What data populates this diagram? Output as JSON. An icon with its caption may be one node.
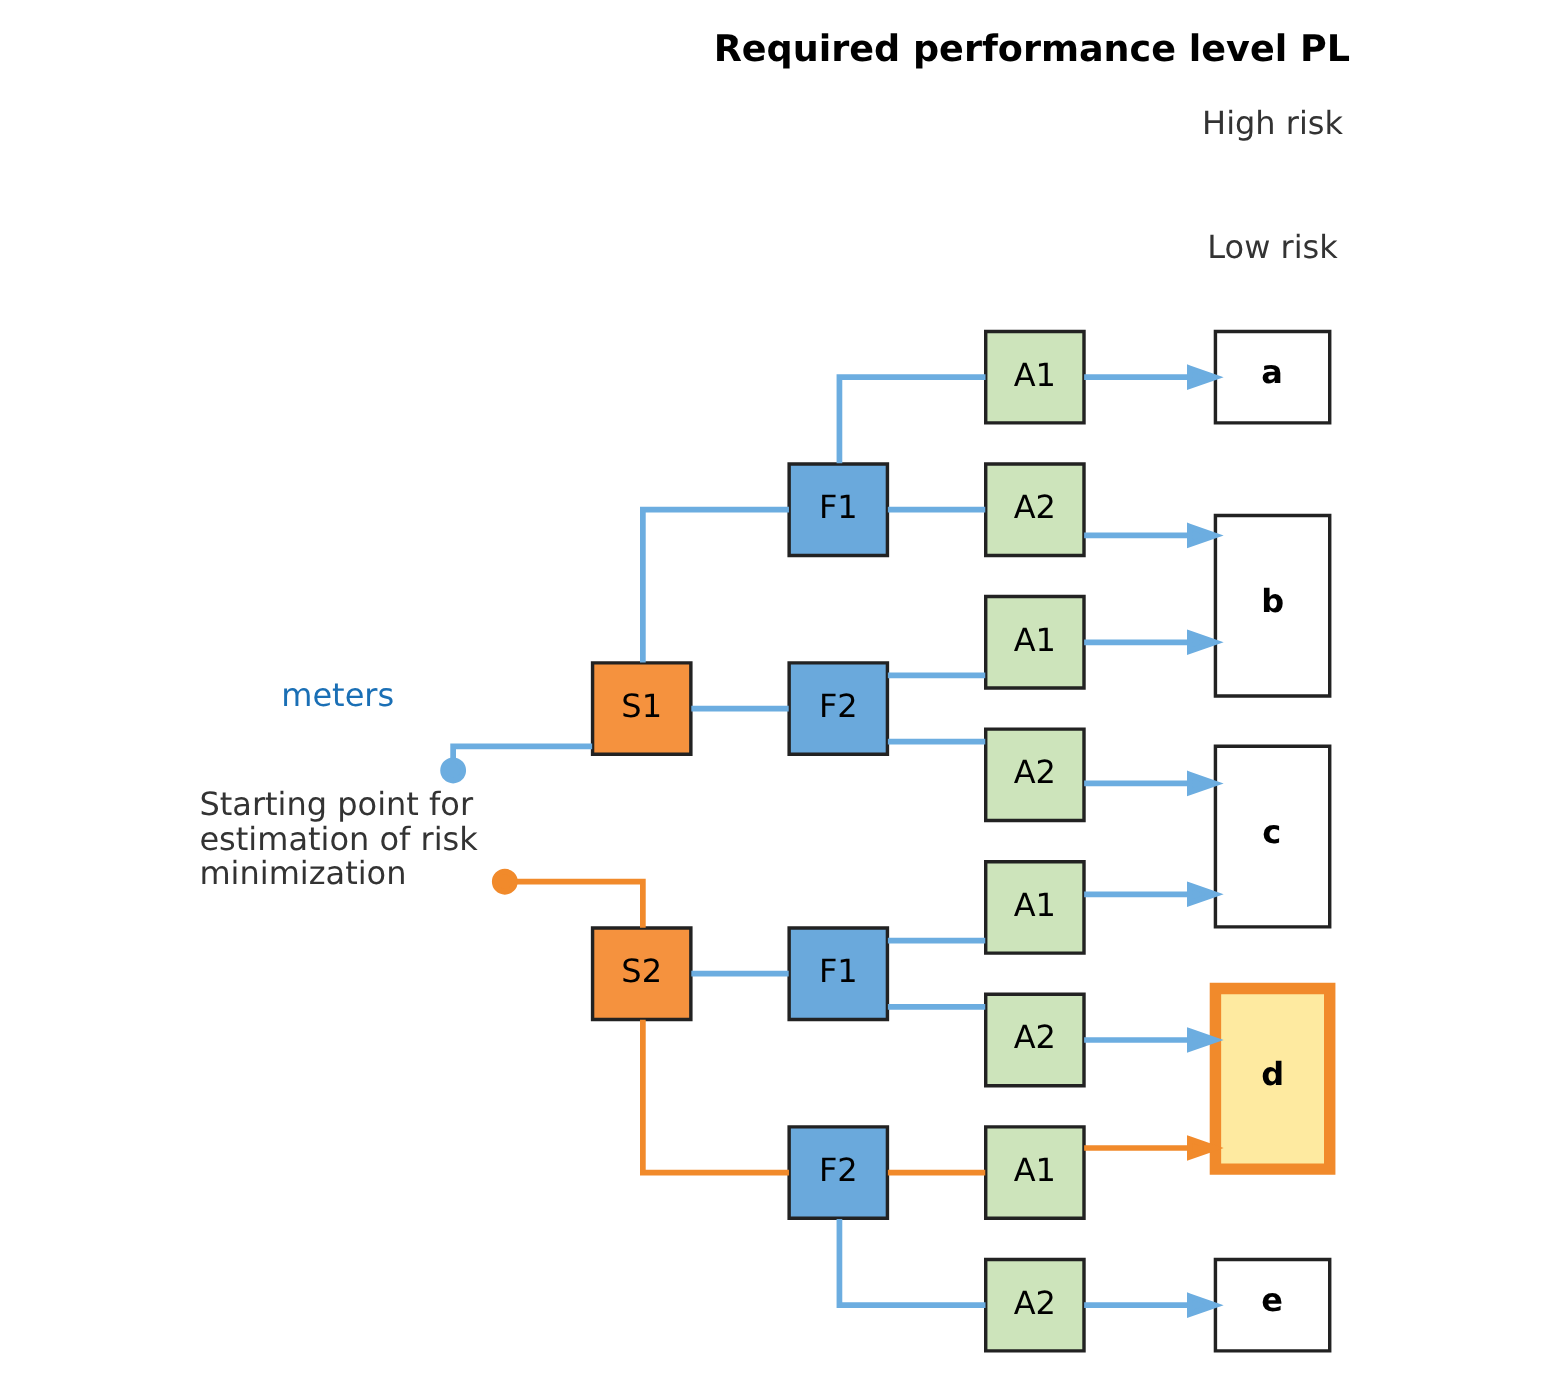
{
  "diagram": {
    "title": "Required performance level PL",
    "nodes": [
      {
        "text": [
          "Starting point for estimation of risk minimization"
        ]
      },
      {
        "text": [
          "S1"
        ]
      },
      {
        "text": [
          "S2"
        ]
      },
      {
        "text": [
          "F1"
        ]
      },
      {
        "text": [
          "F2"
        ]
      },
      {
        "text": [
          "F1"
        ]
      },
      {
        "text": [
          "F2"
        ]
      },
      {
        "text": [
          "A1"
        ]
      },
      {
        "text": [
          "A2"
        ]
      },
      {
        "text": [
          "A1"
        ]
      },
      {
        "text": [
          "A2"
        ]
      },
      {
        "text": [
          "A1"
        ]
      },
      {
        "text": [
          "A2"
        ]
      },
      {
        "text": [
          "A1"
        ]
      },
      {
        "text": [
          "A2"
        ]
      },
      {
        "text": [
          "a"
        ]
      },
      {
        "text": [
          "b"
        ]
      },
      {
        "text": [
          "c"
        ]
      },
      {
        "text": [
          "d"
        ]
      },
      {
        "text": [
          "e"
        ]
      }
    ],
    "edges": [
      {
        "from": 0,
        "to": 1,
        "arrow": "other"
      },
      {
        "from": 0,
        "to": 2,
        "arrow": "other",
        "color": "#f18a2b"
      },
      {
        "from": 1,
        "to": 3,
        "arrow": "none"
      },
      {
        "from": 1,
        "to": 4,
        "arrow": "none"
      },
      {
        "from": 2,
        "to": 5,
        "arrow": "none"
      },
      {
        "from": 2,
        "to": 6,
        "arrow": "none",
        "color": "#f18a2b"
      },
      {
        "from": 3,
        "to": 7,
        "arrow": "none"
      },
      {
        "from": 3,
        "to": 8,
        "arrow": "none"
      },
      {
        "from": 4,
        "to": 9,
        "arrow": "none"
      },
      {
        "from": 4,
        "to": 10,
        "arrow": "none"
      },
      {
        "from": 5,
        "to": 11,
        "arrow": "none"
      },
      {
        "from": 5,
        "to": 12,
        "arrow": "none"
      },
      {
        "from": 6,
        "to": 13,
        "arrow": "none",
        "color": "#f18a2b"
      },
      {
        "from": 6,
        "to": 14,
        "arrow": "none"
      },
      {
        "from": 7,
        "to": 15,
        "arrow": "to"
      },
      {
        "from": 8,
        "to": 16,
        "arrow": "to"
      },
      {
        "from": 9,
        "to": 16,
        "arrow": "to"
      },
      {
        "from": 10,
        "to": 17,
        "arrow": "to"
      },
      {
        "from": 11,
        "to": 17,
        "arrow": "to"
      },
      {
        "from": 12,
        "to": 18,
        "arrow": "to"
      },
      {
        "from": 13,
        "to": 18,
        "arrow": "to",
        "color": "#f18a2b"
      },
      {
        "from": 14,
        "to": 19,
        "arrow": "to"
      }
    ],
    "labels": [
      "meters",
      "Low risk",
      "High risk"
    ]
  }
}
